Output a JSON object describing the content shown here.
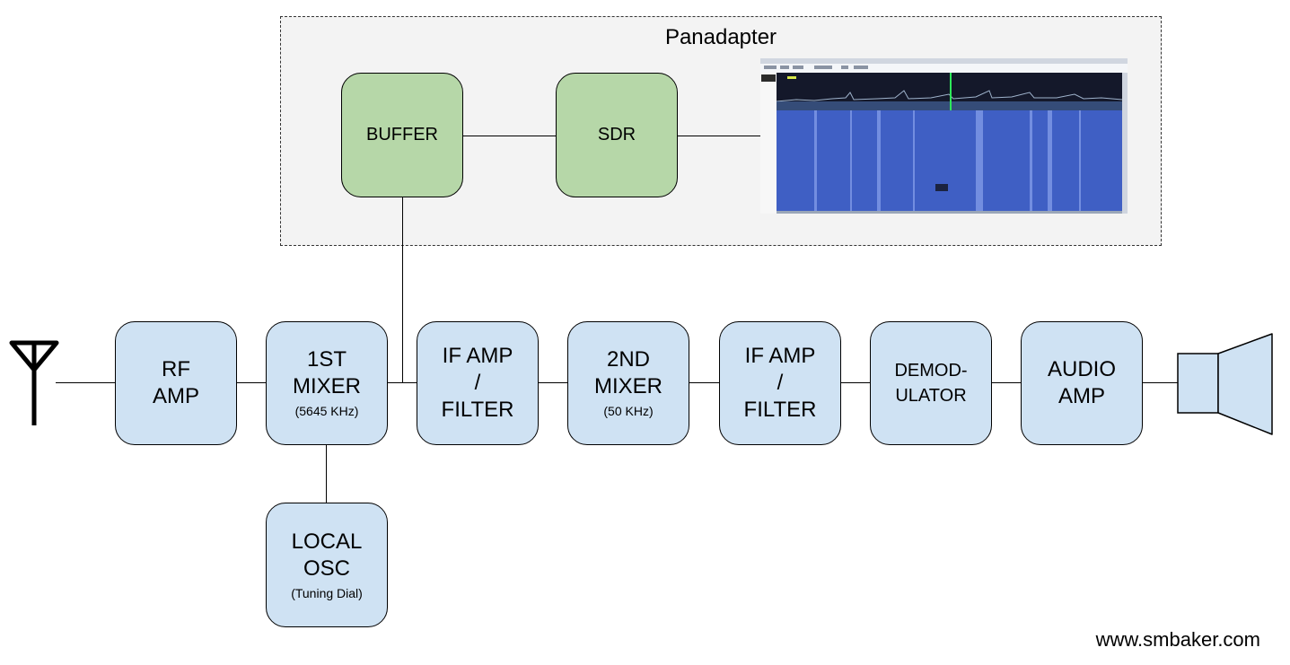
{
  "panadapter": {
    "title": "Panadapter",
    "buffer": "BUFFER",
    "sdr": "SDR"
  },
  "chain": {
    "rf_amp": [
      "RF",
      "AMP"
    ],
    "first_mixer": [
      "1ST",
      "MIXER"
    ],
    "first_mixer_freq": "(5645 KHz)",
    "if_amp_1": [
      "IF AMP",
      "/",
      "FILTER"
    ],
    "second_mixer": [
      "2ND",
      "MIXER"
    ],
    "second_mixer_freq": "(50 KHz)",
    "if_amp_2": [
      "IF AMP",
      "/",
      "FILTER"
    ],
    "demod": [
      "DEMOD-",
      "ULATOR"
    ],
    "audio_amp": [
      "AUDIO",
      "AMP"
    ]
  },
  "local_osc": {
    "lines": [
      "LOCAL",
      "OSC"
    ],
    "note": "(Tuning Dial)"
  },
  "credit": "www.smbaker.com",
  "colors": {
    "chain_box": "#cfe2f3",
    "panadapter_box": "#b6d7a8",
    "spectrum_bg": "#1a1f2b",
    "waterfall": "#3f5fc4"
  },
  "icons": {
    "input": "antenna-icon",
    "output": "speaker-icon",
    "display": "sdr-software-screenshot"
  }
}
